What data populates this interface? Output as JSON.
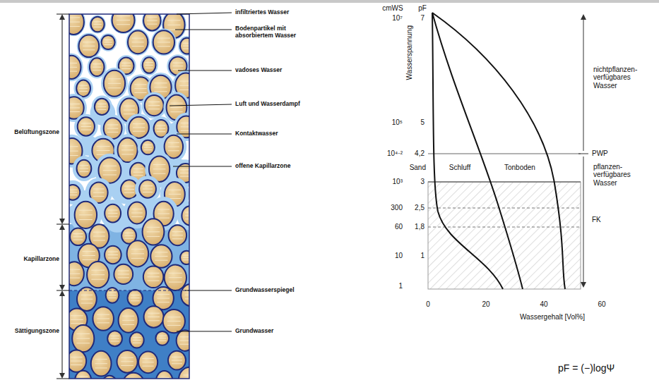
{
  "diagram": {
    "labels": [
      "infiltriertes Wasser",
      "Bodenpartikel mit absorbiertem Wasser",
      "vadoses Wasser",
      "Luft und Wasserdampf",
      "Kontaktwasser",
      "offene Kapillarzone",
      "Grundwasserspiegel",
      "Grundwasser",
      "Belüftungszone",
      "Kapillarzone",
      "Sättigungszone",
      "cmWS",
      "pF",
      "Wasserspannung",
      "10⁷",
      "7",
      "10⁵",
      "5",
      "10⁴·²",
      "4,2",
      "10³",
      "3",
      "300",
      "2,5",
      "60",
      "1,8",
      "10",
      "1",
      "1",
      "Sand",
      "Schluff",
      "Tonboden",
      "0",
      "20",
      "40",
      "60",
      "Wassergehalt [Vol%]",
      "PWP",
      "FK",
      "nichtpflanzen-verfügbares Wasser",
      "pflanzen-verfügbares Wasser",
      "pF = (−)logΨ"
    ]
  }
}
